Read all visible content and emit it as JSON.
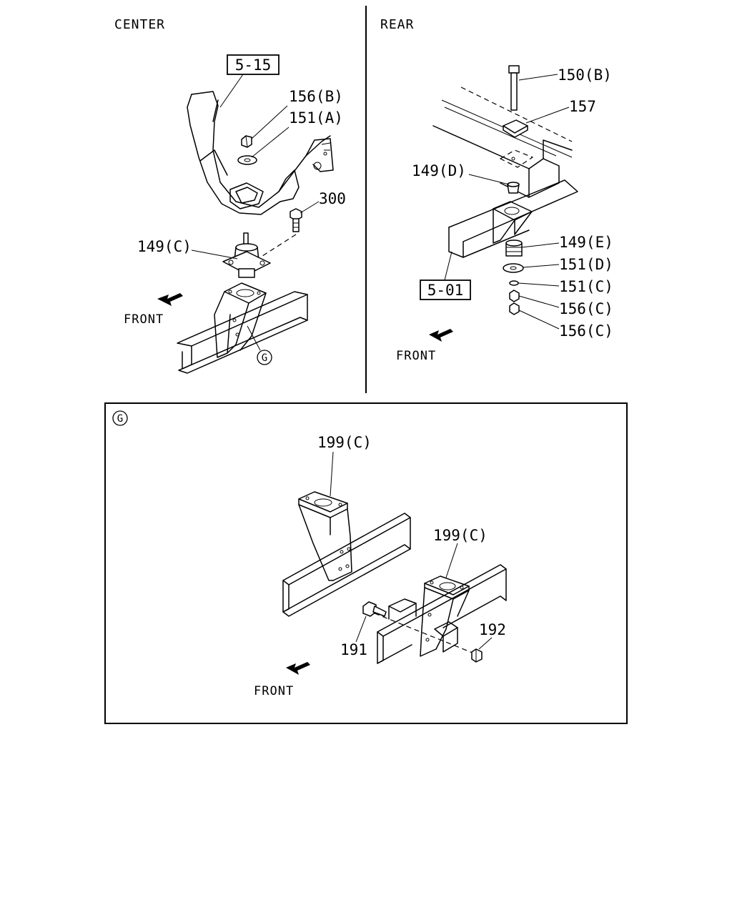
{
  "sections": {
    "center": {
      "title": "CENTER",
      "ref_box": "5-15",
      "callouts": {
        "p156b": "156(B)",
        "p151a": "151(A)",
        "p300": "300",
        "p149c": "149(C)"
      },
      "front_label": "FRONT",
      "detail_marker": "G"
    },
    "rear": {
      "title": "REAR",
      "ref_box": "5-01",
      "callouts": {
        "p150b": "150(B)",
        "p157": "157",
        "p149d": "149(D)",
        "p149e": "149(E)",
        "p151d": "151(D)",
        "p151c": "151(C)",
        "p156c_1": "156(C)",
        "p156c_2": "156(C)"
      },
      "front_label": "FRONT"
    },
    "detail": {
      "marker": "G",
      "callouts": {
        "p199c_1": "199(C)",
        "p199c_2": "199(C)",
        "p191": "191",
        "p192": "192"
      },
      "front_label": "FRONT"
    }
  }
}
